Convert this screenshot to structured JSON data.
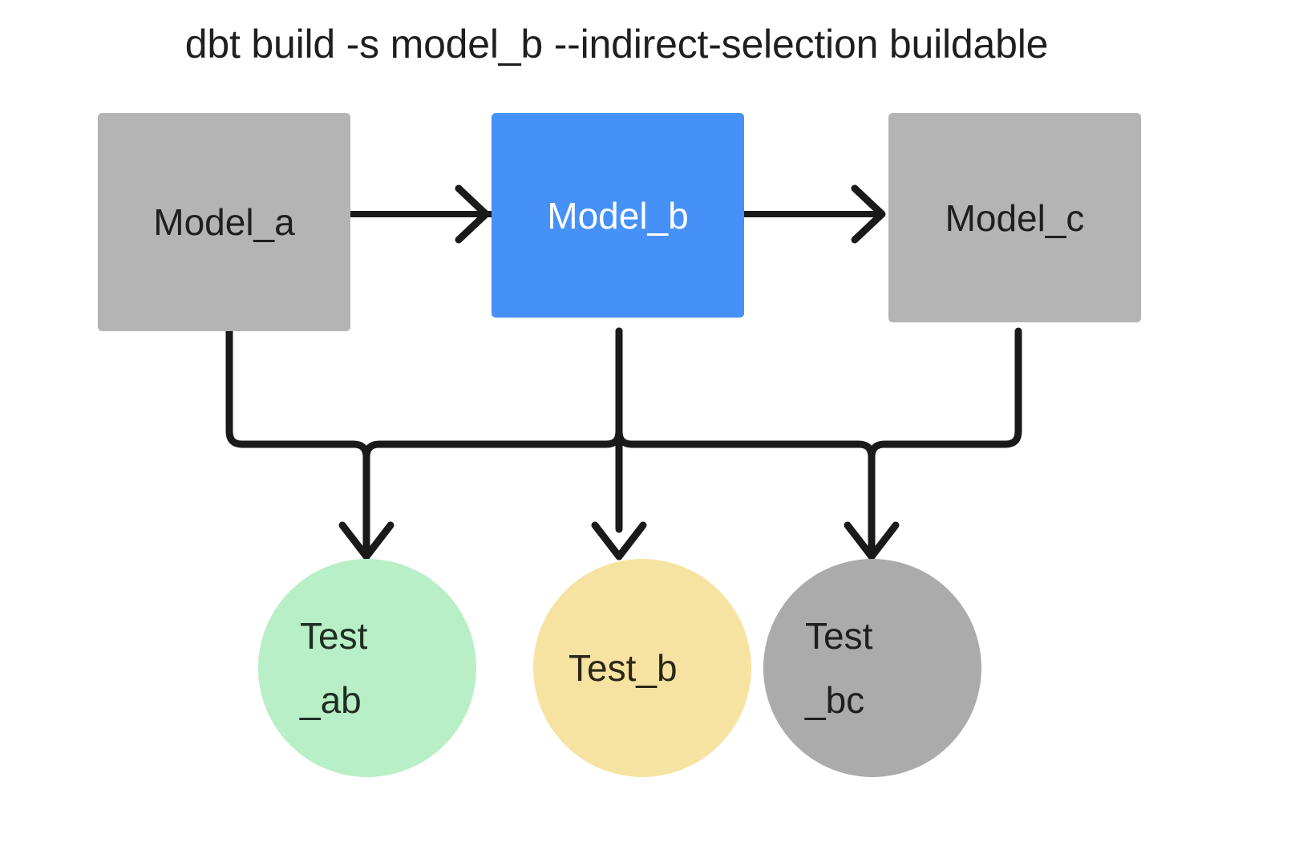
{
  "title": "dbt build -s model_b --indirect-selection buildable",
  "colors": {
    "selected_model": "#4591F7",
    "unselected_model": "#B4B4B4",
    "test_selected_green": "#B8EFC6",
    "test_selected_yellow": "#F7E3A1",
    "test_unselected_gray": "#ABABAB",
    "edge": "#1A1A1A",
    "text_dark": "#1F1F1F",
    "text_light": "#FFFFFF",
    "background": "#FFFFFF"
  },
  "models": [
    {
      "id": "model_a",
      "label": "Model_a",
      "state": "unselected"
    },
    {
      "id": "model_b",
      "label": "Model_b",
      "state": "selected"
    },
    {
      "id": "model_c",
      "label": "Model_c",
      "state": "unselected"
    }
  ],
  "tests": [
    {
      "id": "test_ab",
      "line1": "Test",
      "line2": "_ab",
      "state": "selected"
    },
    {
      "id": "test_b",
      "line1": "Test_b",
      "line2": "",
      "state": "selected"
    },
    {
      "id": "test_bc",
      "line1": "Test",
      "line2": "_bc",
      "state": "unselected"
    }
  ],
  "edges": [
    {
      "from": "model_a",
      "to": "model_b",
      "style": "arrow-right"
    },
    {
      "from": "model_b",
      "to": "model_c",
      "style": "arrow-right"
    },
    {
      "from": "model_a",
      "to": "test_ab",
      "style": "elbow-down"
    },
    {
      "from": "model_b",
      "to": "test_ab",
      "style": "elbow-down"
    },
    {
      "from": "model_b",
      "to": "test_b",
      "style": "straight-down"
    },
    {
      "from": "model_b",
      "to": "test_bc",
      "style": "elbow-down"
    },
    {
      "from": "model_c",
      "to": "test_bc",
      "style": "elbow-down"
    }
  ]
}
